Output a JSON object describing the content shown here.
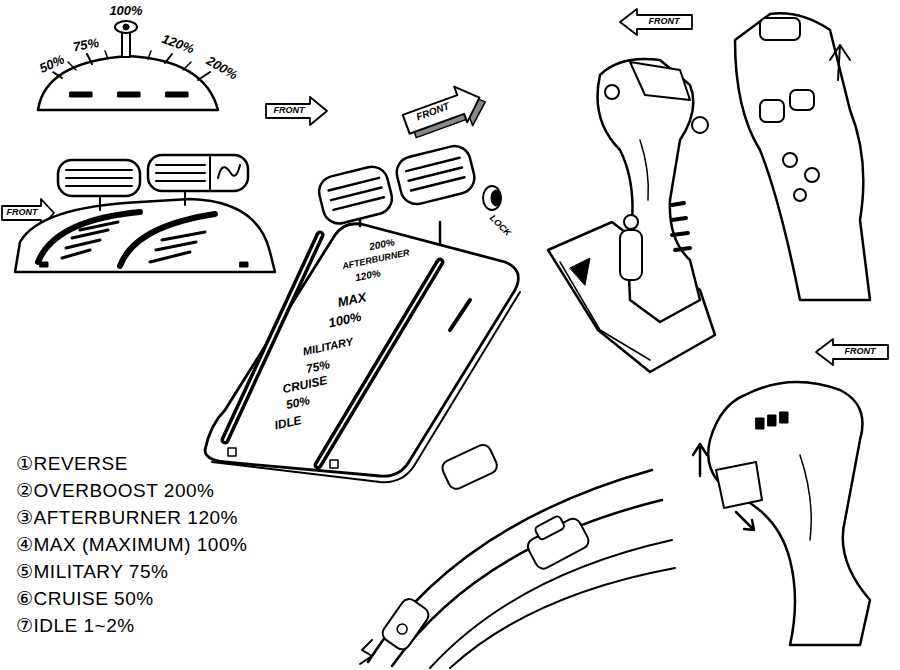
{
  "diagram": {
    "labels": [
      "100%",
      "75%",
      "50%",
      "120%",
      "200%",
      "FRONT",
      "FRONT",
      "FRONT",
      "LOCK",
      "200%",
      "AFTERBURNER",
      "120%",
      "MAX",
      "100%",
      "MILITARY",
      "75%",
      "CRUISE",
      "50%",
      "IDLE",
      "FRONT",
      "FRONT",
      "①REVERSE",
      "②OVERBOOST 200%",
      "③AFTERBURNER 120%",
      "④MAX (MAXIMUM) 100%",
      "⑤MILITARY 75%",
      "⑥CRUISE 50%",
      "⑦IDLE 1~2%"
    ]
  }
}
